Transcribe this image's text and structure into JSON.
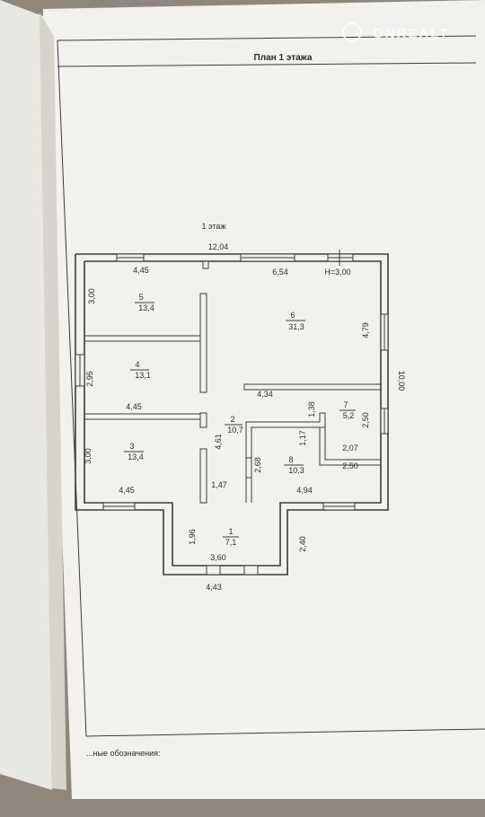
{
  "sheet": {
    "title": "План 1 этажа",
    "floor_label": "1 этаж",
    "legend_label": "...ные обозначения:",
    "watermark": "ONREALT"
  },
  "dimensions": {
    "top_total": "12,04",
    "top_left": "4,45",
    "top_right": "6,54",
    "height": "H=3,00",
    "right_total": "10,00",
    "right_upper": "4,79",
    "right_lower": "2,50",
    "left_top": "3,00",
    "left_mid": "2,95",
    "left_bottom": "3,00",
    "mid_left": "4,45",
    "bottom_left": "4,45",
    "corridor_vertical": "4,61",
    "hall_width": "4,34",
    "bath_height": "1,38",
    "bath_width": "2,07",
    "bath_lower_width": "2,50",
    "room8_depth": "1,17",
    "room8_left": "2,68",
    "room8_bottom": "4,94",
    "passage_width": "1,47",
    "porch_left": "1,96",
    "porch_inner": "3,60",
    "porch_outer": "4,43",
    "porch_right": "2,40"
  },
  "rooms": [
    {
      "num": "1",
      "area": "7,1"
    },
    {
      "num": "2",
      "area": "10,7"
    },
    {
      "num": "3",
      "area": "13,4"
    },
    {
      "num": "4",
      "area": "13,1"
    },
    {
      "num": "5",
      "area": "13,4"
    },
    {
      "num": "6",
      "area": "31,3"
    },
    {
      "num": "7",
      "area": "5,2"
    },
    {
      "num": "8",
      "area": "10,3"
    }
  ]
}
